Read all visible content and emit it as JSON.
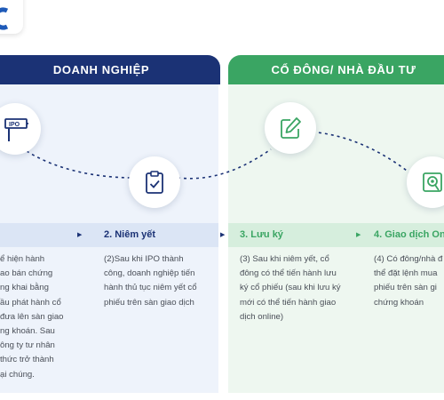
{
  "colors": {
    "navy": "#1b3275",
    "green": "#3aa563",
    "left_panel_bg": "#eef3fb",
    "right_panel_bg": "#eef7f0"
  },
  "headers": {
    "left": "DOANH NGHIỆP",
    "right": "CỔ ĐÔNG/ NHÀ ĐẦU TƯ"
  },
  "icons": [
    "logo-icon",
    "ipo-signpost-icon",
    "clipboard-check-icon",
    "pen-edit-icon",
    "trading-screen-icon"
  ],
  "steps": [
    {
      "title": "",
      "text": "ể hiện hành\nao bán chứng\nng khai bằng\nầu phát hành cổ\nđưa lên sàn giao\nng khoán. Sau\nông ty tư nhân\nthức trở thành\nại chúng."
    },
    {
      "title": "2. Niêm yết",
      "text": "(2)Sau khi IPO thành\ncông, doanh nghiệp tiến\nhành thủ tục niêm yết cổ\nphiếu trên sàn giao dịch"
    },
    {
      "title": "3. Lưu ký",
      "text": "(3) Sau khi niêm yết, cổ\nđông có thể tiến hành lưu\nký cổ phiếu (sau khi lưu ký\nmới có thể tiến hành giao\ndịch online)"
    },
    {
      "title": "4. Giao dịch On",
      "text": "(4) Có đông/nhà đ\nthể đặt lệnh mua\nphiếu trên sàn gi\nchứng khoán"
    }
  ]
}
